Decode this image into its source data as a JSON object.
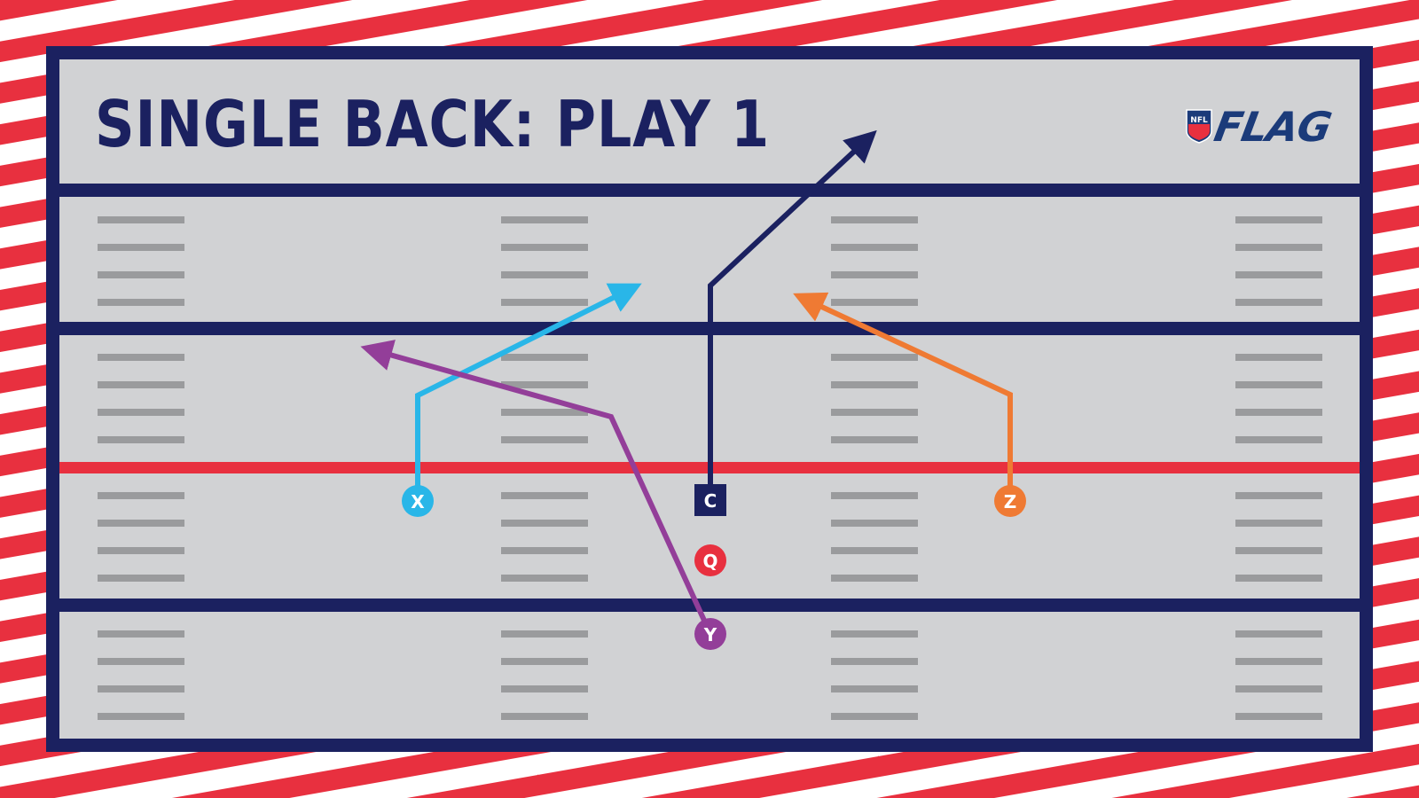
{
  "title": "SINGLE BACK: PLAY 1",
  "logo": {
    "small_text": "NFL",
    "text": "FLAG"
  },
  "colors": {
    "navy": "#1b2160",
    "stripe_red": "#e8303f",
    "field_gray": "#d1d2d4",
    "hash_gray": "#9a9b9d",
    "los_red": "#e8303f"
  },
  "players": [
    {
      "id": "X",
      "label": "X",
      "shape": "circle",
      "color": "#29b6e8"
    },
    {
      "id": "C",
      "label": "C",
      "shape": "square",
      "color": "#1b2160"
    },
    {
      "id": "Z",
      "label": "Z",
      "shape": "circle",
      "color": "#ef7a33"
    },
    {
      "id": "Q",
      "label": "Q",
      "shape": "circle",
      "color": "#e8303f"
    },
    {
      "id": "Y",
      "label": "Y",
      "shape": "circle",
      "color": "#933e99"
    }
  ]
}
